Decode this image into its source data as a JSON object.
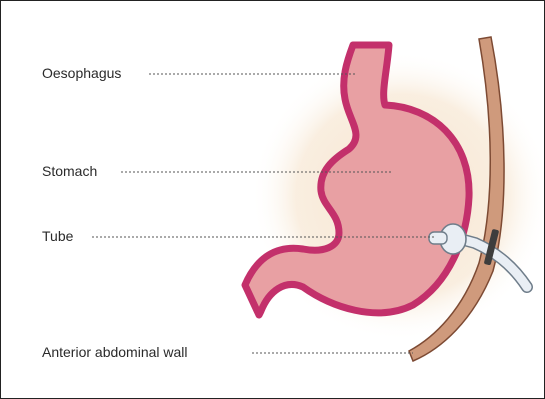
{
  "labels": {
    "oesophagus": "Oesophagus",
    "stomach": "Stomach",
    "tube": "Tube",
    "abdominal_wall": "Anterior abdominal wall"
  },
  "colors": {
    "halo": "#f8ead8",
    "stomach_fill": "#e8a0a3",
    "stomach_outline": "#c3306b",
    "wall_fill": "#cf9a7c",
    "wall_outline": "#7d4a33",
    "tube_fill": "#e9eef4",
    "tube_outline": "#6f7d8a"
  }
}
